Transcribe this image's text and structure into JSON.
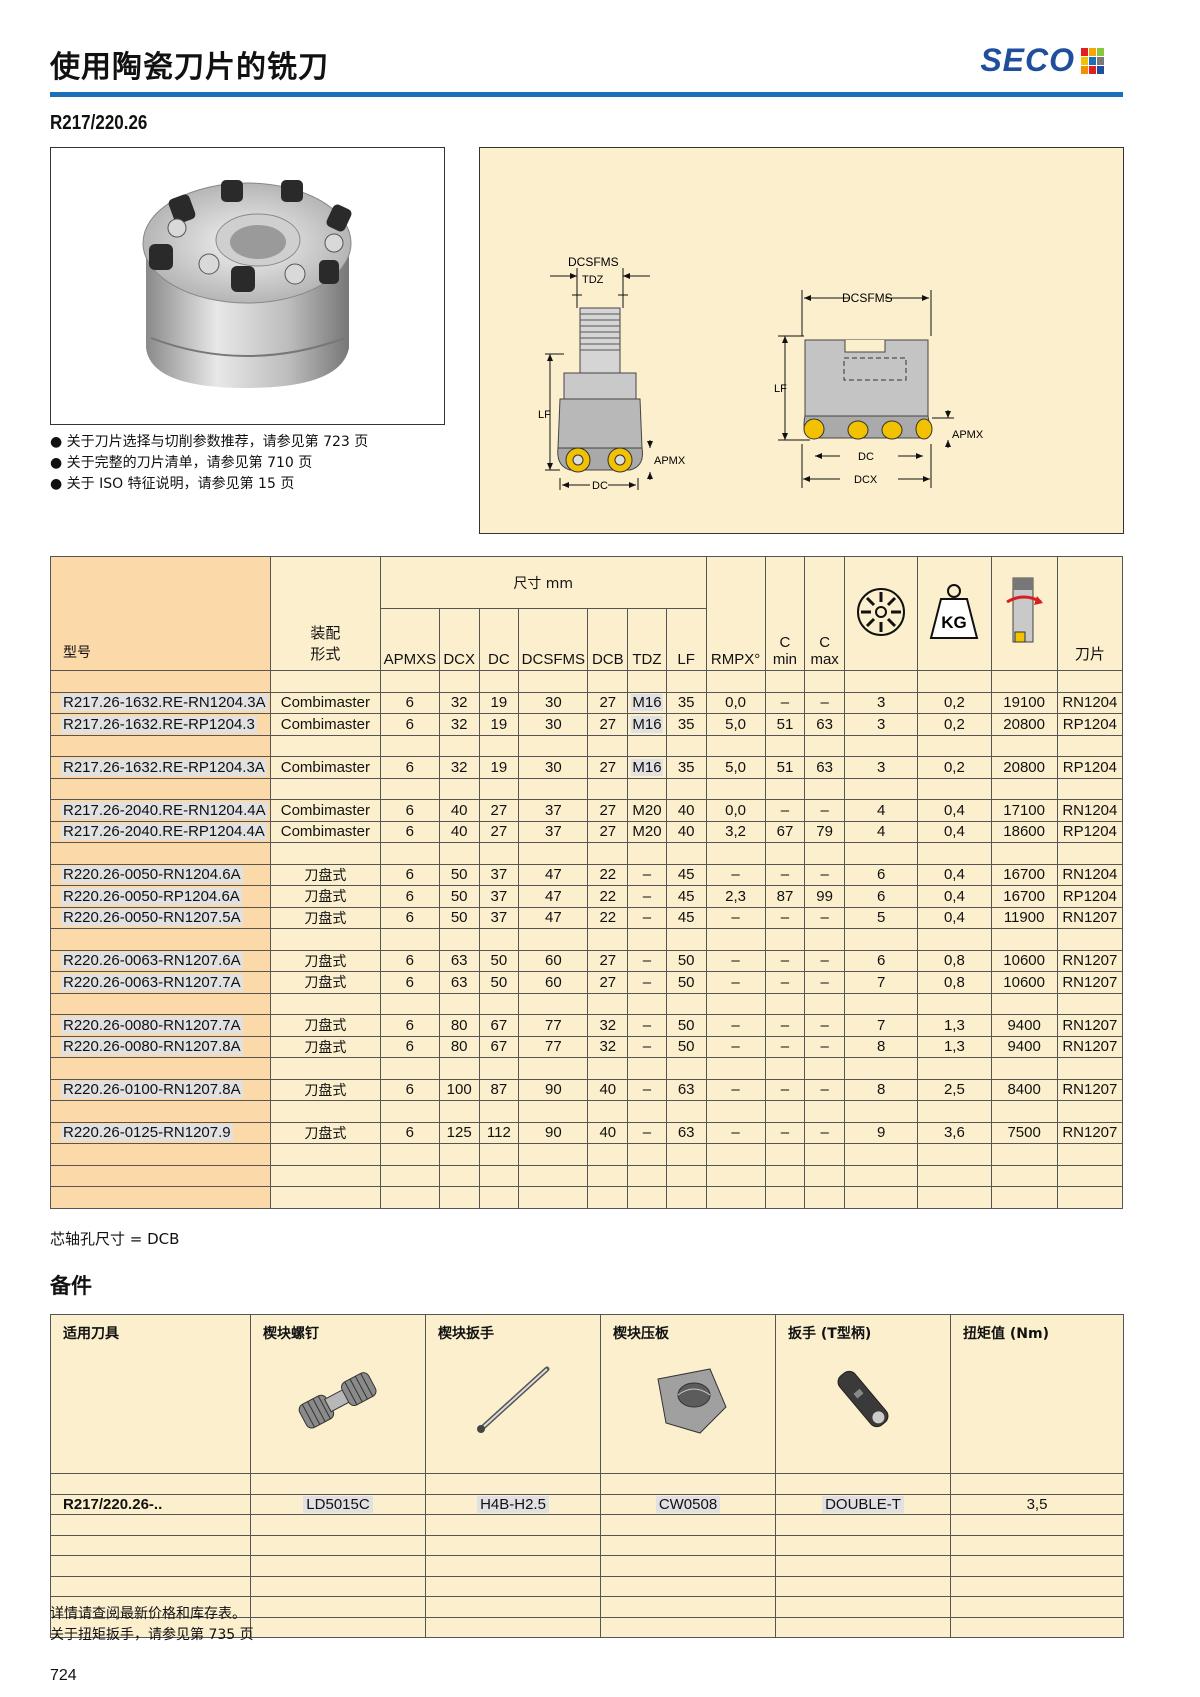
{
  "header": {
    "title": "使用陶瓷刀片的铣刀",
    "brand": "SECO",
    "brand_colors": [
      "#e02020",
      "#f7a600",
      "#8bc63f",
      "#f4c300",
      "#1b6fb6",
      "#7a7a7a",
      "#f29100",
      "#e02020",
      "#1f4e9c"
    ],
    "model_code": "R217/220.26"
  },
  "photo_notes": [
    "● 关于刀片选择与切削参数推荐，请参见第 723 页",
    "● 关于完整的刀片清单，请参见第 710 页",
    "● 关于 ISO 特征说明，请参见第 15 页"
  ],
  "diagram": {
    "labels": {
      "dcsfms": "DCSFMS",
      "tdz": "TDZ",
      "lf": "LF",
      "apmx": "APMX",
      "dc": "DC",
      "dcx": "DCX"
    }
  },
  "spec_table": {
    "headers": {
      "model": "型号",
      "mount": "装配\n形式",
      "dims_group": "尺寸 mm",
      "apmxs": "APMXS",
      "dcx": "DCX",
      "dc": "DC",
      "dcsfms": "DCSFMS",
      "dcb": "DCB",
      "tdz": "TDZ",
      "lf": "LF",
      "rmpx": "RMPX°",
      "cmin_top": "C",
      "cmin_bot": "min",
      "cmax_top": "C",
      "cmax_bot": "max",
      "weight_icon": "KG",
      "insert": "刀片"
    },
    "rows": [
      {
        "model": "R217.26-1632.RE-RN1204.3A",
        "mount": "Combimaster",
        "apmxs": "6",
        "dcx": "32",
        "dc": "19",
        "dcsfms": "30",
        "dcb": "27",
        "tdz": "M16",
        "tdz_grey": true,
        "lf": "35",
        "rmpx": "0,0",
        "cmin": "–",
        "cmax": "–",
        "z": "3",
        "kg": "0,2",
        "rpm": "19100",
        "insert": "RN1204"
      },
      {
        "model": "R217.26-1632.RE-RP1204.3",
        "mount": "Combimaster",
        "apmxs": "6",
        "dcx": "32",
        "dc": "19",
        "dcsfms": "30",
        "dcb": "27",
        "tdz": "M16",
        "tdz_grey": true,
        "lf": "35",
        "rmpx": "5,0",
        "cmin": "51",
        "cmax": "63",
        "z": "3",
        "kg": "0,2",
        "rpm": "20800",
        "insert": "RP1204"
      },
      {
        "spacer": true
      },
      {
        "model": "R217.26-1632.RE-RP1204.3A",
        "mount": "Combimaster",
        "apmxs": "6",
        "dcx": "32",
        "dc": "19",
        "dcsfms": "30",
        "dcb": "27",
        "tdz": "M16",
        "tdz_grey": true,
        "lf": "35",
        "rmpx": "5,0",
        "cmin": "51",
        "cmax": "63",
        "z": "3",
        "kg": "0,2",
        "rpm": "20800",
        "insert": "RP1204"
      },
      {
        "spacer": true
      },
      {
        "model": "R217.26-2040.RE-RN1204.4A",
        "mount": "Combimaster",
        "apmxs": "6",
        "dcx": "40",
        "dc": "27",
        "dcsfms": "37",
        "dcb": "27",
        "tdz": "M20",
        "lf": "40",
        "rmpx": "0,0",
        "cmin": "–",
        "cmax": "–",
        "z": "4",
        "kg": "0,4",
        "rpm": "17100",
        "insert": "RN1204"
      },
      {
        "model": "R217.26-2040.RE-RP1204.4A",
        "mount": "Combimaster",
        "apmxs": "6",
        "dcx": "40",
        "dc": "27",
        "dcsfms": "37",
        "dcb": "27",
        "tdz": "M20",
        "lf": "40",
        "rmpx": "3,2",
        "cmin": "67",
        "cmax": "79",
        "z": "4",
        "kg": "0,4",
        "rpm": "18600",
        "insert": "RP1204"
      },
      {
        "spacer": true
      },
      {
        "model": "R220.26-0050-RN1204.6A",
        "mount": "刀盘式",
        "apmxs": "6",
        "dcx": "50",
        "dc": "37",
        "dcsfms": "47",
        "dcb": "22",
        "tdz": "–",
        "lf": "45",
        "rmpx": "–",
        "cmin": "–",
        "cmax": "–",
        "z": "6",
        "kg": "0,4",
        "rpm": "16700",
        "insert": "RN1204"
      },
      {
        "model": "R220.26-0050-RP1204.6A",
        "mount": "刀盘式",
        "apmxs": "6",
        "dcx": "50",
        "dc": "37",
        "dcsfms": "47",
        "dcb": "22",
        "tdz": "–",
        "lf": "45",
        "rmpx": "2,3",
        "cmin": "87",
        "cmax": "99",
        "z": "6",
        "kg": "0,4",
        "rpm": "16700",
        "insert": "RP1204"
      },
      {
        "model": "R220.26-0050-RN1207.5A",
        "mount": "刀盘式",
        "apmxs": "6",
        "dcx": "50",
        "dc": "37",
        "dcsfms": "47",
        "dcb": "22",
        "tdz": "–",
        "lf": "45",
        "rmpx": "–",
        "cmin": "–",
        "cmax": "–",
        "z": "5",
        "kg": "0,4",
        "rpm": "11900",
        "insert": "RN1207"
      },
      {
        "spacer": true
      },
      {
        "model": "R220.26-0063-RN1207.6A",
        "mount": "刀盘式",
        "apmxs": "6",
        "dcx": "63",
        "dc": "50",
        "dcsfms": "60",
        "dcb": "27",
        "tdz": "–",
        "lf": "50",
        "rmpx": "–",
        "cmin": "–",
        "cmax": "–",
        "z": "6",
        "kg": "0,8",
        "rpm": "10600",
        "insert": "RN1207"
      },
      {
        "model": "R220.26-0063-RN1207.7A",
        "mount": "刀盘式",
        "apmxs": "6",
        "dcx": "63",
        "dc": "50",
        "dcsfms": "60",
        "dcb": "27",
        "tdz": "–",
        "lf": "50",
        "rmpx": "–",
        "cmin": "–",
        "cmax": "–",
        "z": "7",
        "kg": "0,8",
        "rpm": "10600",
        "insert": "RN1207"
      },
      {
        "spacer": true
      },
      {
        "model": "R220.26-0080-RN1207.7A",
        "mount": "刀盘式",
        "apmxs": "6",
        "dcx": "80",
        "dc": "67",
        "dcsfms": "77",
        "dcb": "32",
        "tdz": "–",
        "lf": "50",
        "rmpx": "–",
        "cmin": "–",
        "cmax": "–",
        "z": "7",
        "kg": "1,3",
        "rpm": "9400",
        "insert": "RN1207"
      },
      {
        "model": "R220.26-0080-RN1207.8A",
        "mount": "刀盘式",
        "apmxs": "6",
        "dcx": "80",
        "dc": "67",
        "dcsfms": "77",
        "dcb": "32",
        "tdz": "–",
        "lf": "50",
        "rmpx": "–",
        "cmin": "–",
        "cmax": "–",
        "z": "8",
        "kg": "1,3",
        "rpm": "9400",
        "insert": "RN1207"
      },
      {
        "spacer": true
      },
      {
        "model": "R220.26-0100-RN1207.8A",
        "mount": "刀盘式",
        "apmxs": "6",
        "dcx": "100",
        "dc": "87",
        "dcsfms": "90",
        "dcb": "40",
        "tdz": "–",
        "lf": "63",
        "rmpx": "–",
        "cmin": "–",
        "cmax": "–",
        "z": "8",
        "kg": "2,5",
        "rpm": "8400",
        "insert": "RN1207"
      },
      {
        "spacer": true
      },
      {
        "model": "R220.26-0125-RN1207.9",
        "mount": "刀盘式",
        "apmxs": "6",
        "dcx": "125",
        "dc": "112",
        "dcsfms": "90",
        "dcb": "40",
        "tdz": "–",
        "lf": "63",
        "rmpx": "–",
        "cmin": "–",
        "cmax": "–",
        "z": "9",
        "kg": "3,6",
        "rpm": "7500",
        "insert": "RN1207"
      },
      {
        "spacer": true
      },
      {
        "spacer": true
      },
      {
        "spacer": true
      }
    ]
  },
  "arbor_note": "芯轴孔尺寸 = DCB",
  "parts": {
    "title": "备件",
    "headers": [
      "适用刀具",
      "楔块螺钉",
      "楔块扳手",
      "楔块压板",
      "扳手 (T型柄)",
      "扭矩值 (Nm)"
    ],
    "row": [
      "R217/220.26-..",
      "LD5015C",
      "H4B-H2.5",
      "CW0508",
      "DOUBLE-T",
      "3,5"
    ]
  },
  "footer_notes": [
    "详情请查阅最新价格和库存表。",
    "关于扭矩扳手，请参见第 735 页"
  ],
  "page_number": "724"
}
